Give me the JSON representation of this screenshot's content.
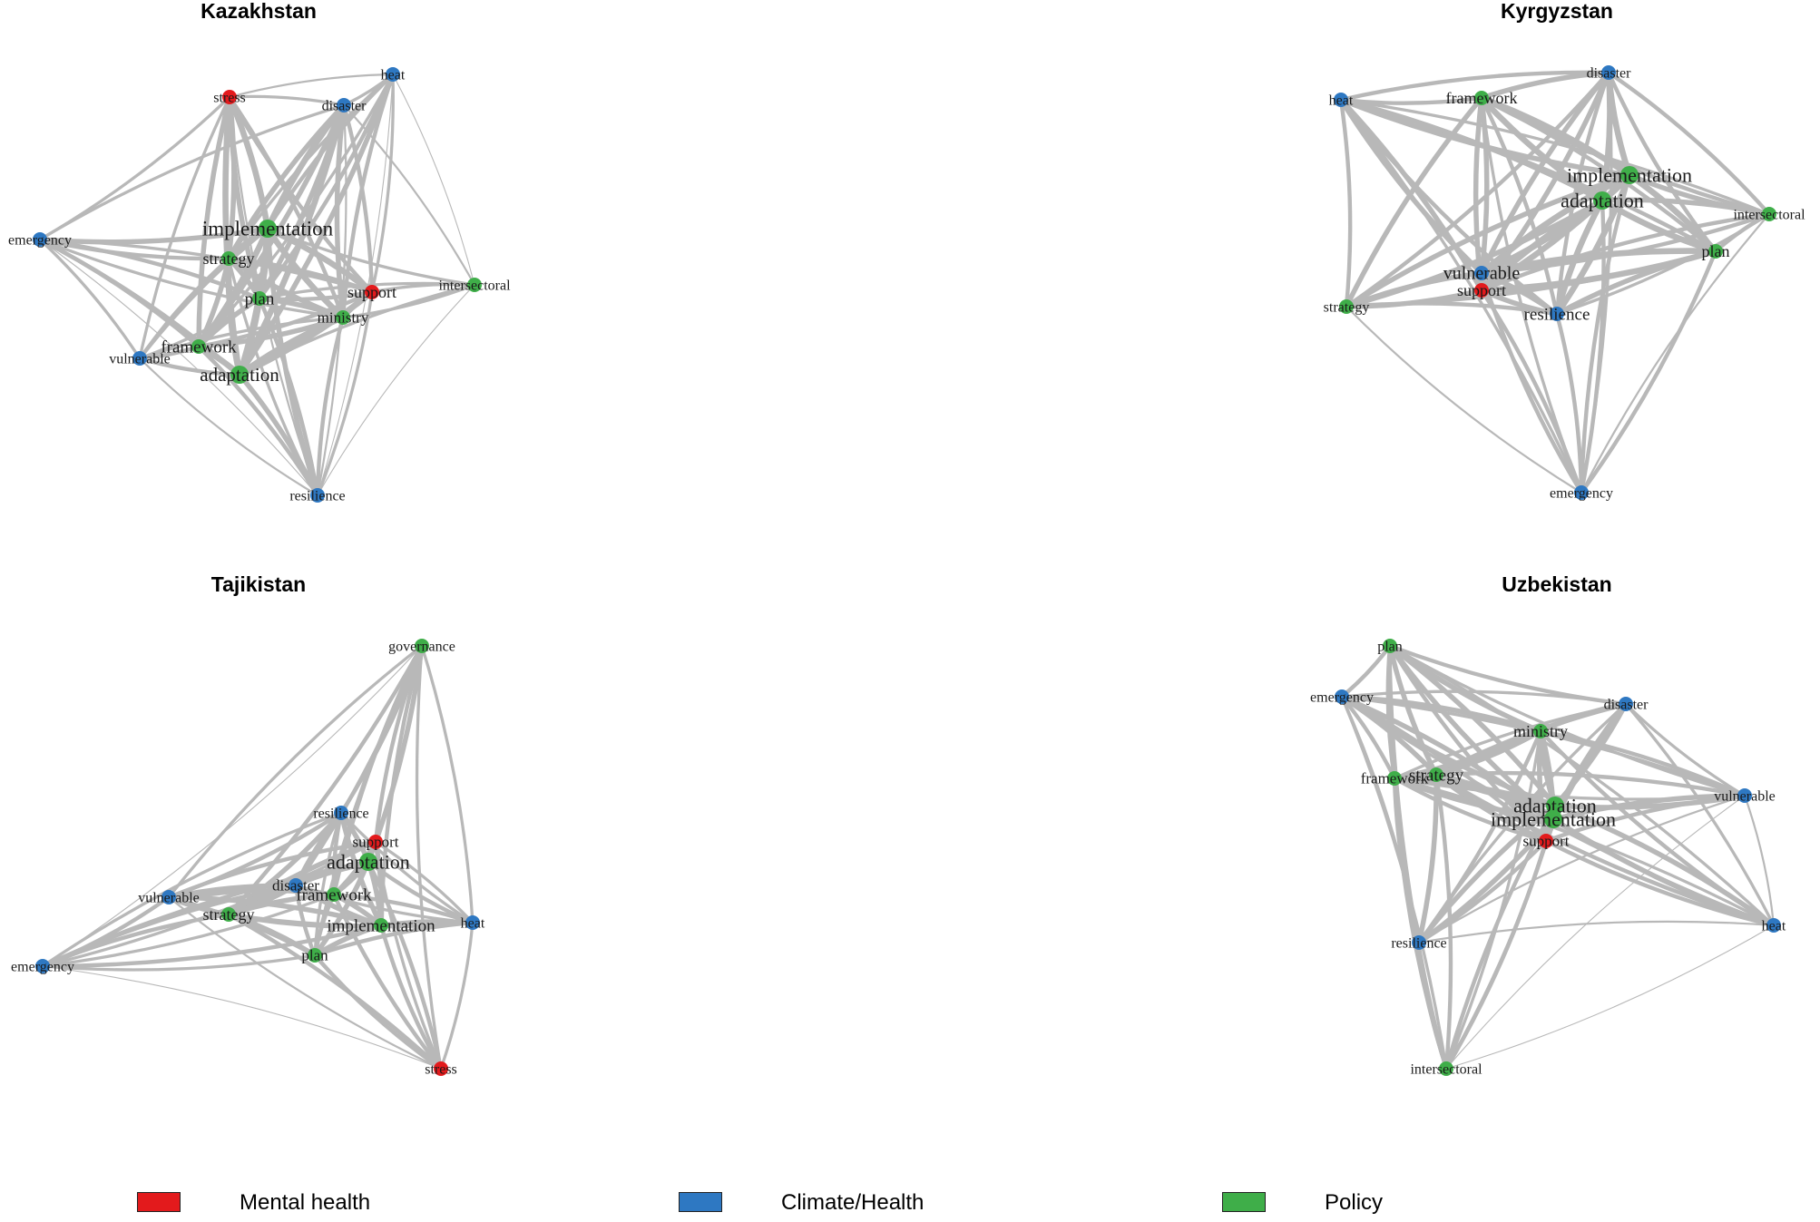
{
  "categories": [
    {
      "id": "mental",
      "label": "Mental health",
      "color": "#e31a1c"
    },
    {
      "id": "climate",
      "label": "Climate/Health",
      "color": "#2e78c2"
    },
    {
      "id": "policy",
      "label": "Policy",
      "color": "#3fae49"
    }
  ],
  "edge_color": "#b8b8b8",
  "panels": [
    {
      "title": "Kazakhstan",
      "nodes": [
        {
          "label": "heat",
          "category": "climate"
        },
        {
          "label": "stress",
          "category": "mental"
        },
        {
          "label": "disaster",
          "category": "climate"
        },
        {
          "label": "implementation",
          "category": "policy"
        },
        {
          "label": "emergency",
          "category": "climate"
        },
        {
          "label": "strategy",
          "category": "policy"
        },
        {
          "label": "support",
          "category": "mental"
        },
        {
          "label": "intersectoral",
          "category": "policy"
        },
        {
          "label": "plan",
          "category": "policy"
        },
        {
          "label": "ministry",
          "category": "policy"
        },
        {
          "label": "framework",
          "category": "policy"
        },
        {
          "label": "vulnerable",
          "category": "climate"
        },
        {
          "label": "adaptation",
          "category": "policy"
        },
        {
          "label": "resilience",
          "category": "climate"
        }
      ]
    },
    {
      "title": "Kyrgyzstan",
      "nodes": [
        {
          "label": "heat",
          "category": "climate"
        },
        {
          "label": "framework",
          "category": "policy"
        },
        {
          "label": "disaster",
          "category": "climate"
        },
        {
          "label": "implementation",
          "category": "policy"
        },
        {
          "label": "adaptation",
          "category": "policy"
        },
        {
          "label": "intersectoral",
          "category": "policy"
        },
        {
          "label": "plan",
          "category": "policy"
        },
        {
          "label": "vulnerable",
          "category": "climate"
        },
        {
          "label": "support",
          "category": "mental"
        },
        {
          "label": "strategy",
          "category": "policy"
        },
        {
          "label": "resilience",
          "category": "climate"
        },
        {
          "label": "emergency",
          "category": "climate"
        }
      ]
    },
    {
      "title": "Tajikistan",
      "nodes": [
        {
          "label": "governance",
          "category": "policy"
        },
        {
          "label": "resilience",
          "category": "climate"
        },
        {
          "label": "support",
          "category": "mental"
        },
        {
          "label": "adaptation",
          "category": "policy"
        },
        {
          "label": "vulnerable",
          "category": "climate"
        },
        {
          "label": "disaster",
          "category": "climate"
        },
        {
          "label": "framework",
          "category": "policy"
        },
        {
          "label": "strategy",
          "category": "policy"
        },
        {
          "label": "implementation",
          "category": "policy"
        },
        {
          "label": "heat",
          "category": "climate"
        },
        {
          "label": "plan",
          "category": "policy"
        },
        {
          "label": "emergency",
          "category": "climate"
        },
        {
          "label": "stress",
          "category": "mental"
        }
      ]
    },
    {
      "title": "Uzbekistan",
      "nodes": [
        {
          "label": "plan",
          "category": "policy"
        },
        {
          "label": "emergency",
          "category": "climate"
        },
        {
          "label": "disaster",
          "category": "climate"
        },
        {
          "label": "ministry",
          "category": "policy"
        },
        {
          "label": "framework",
          "category": "policy"
        },
        {
          "label": "strategy",
          "category": "policy"
        },
        {
          "label": "adaptation",
          "category": "policy"
        },
        {
          "label": "implementation",
          "category": "policy"
        },
        {
          "label": "vulnerable",
          "category": "climate"
        },
        {
          "label": "support",
          "category": "mental"
        },
        {
          "label": "resilience",
          "category": "climate"
        },
        {
          "label": "heat",
          "category": "climate"
        },
        {
          "label": "intersectoral",
          "category": "policy"
        }
      ]
    }
  ]
}
